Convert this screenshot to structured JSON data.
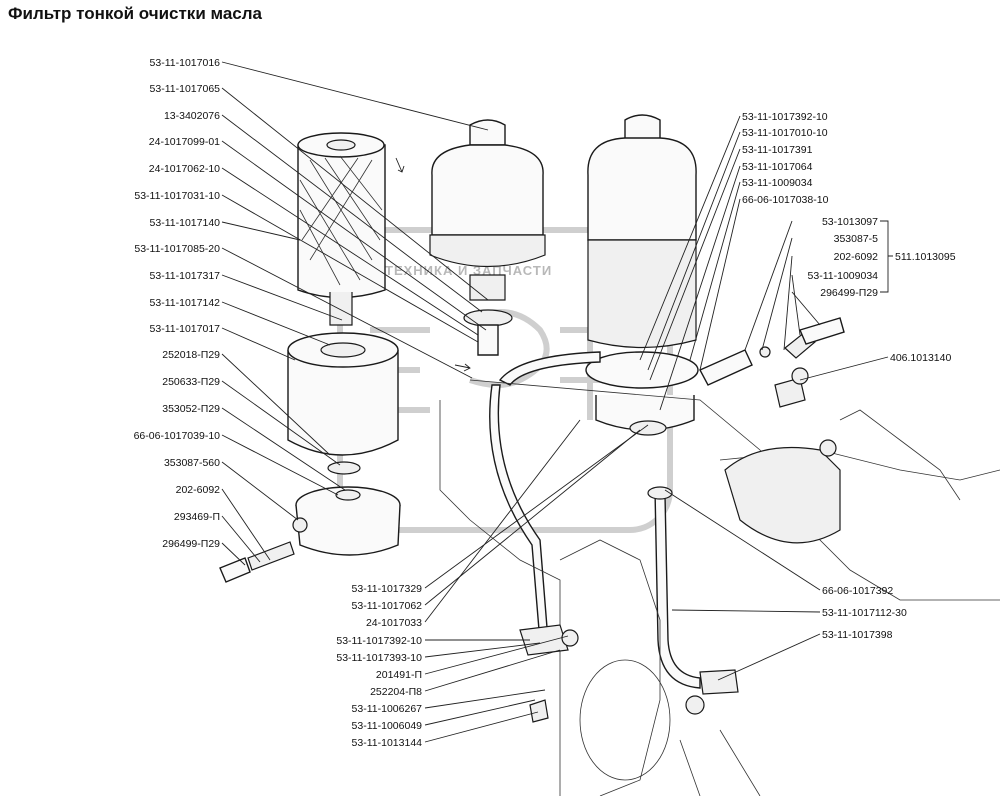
{
  "title": "Фильтр тонкой очистки масла",
  "watermark": {
    "letters": "ЭЗЧ",
    "text": "ТЕХНИКА И ЗАПЧАСТИ"
  },
  "left_labels": [
    "53-11-1017016",
    "53-11-1017065",
    "13-3402076",
    "24-1017099-01",
    "24-1017062-10",
    "53-11-1017031-10",
    "53-11-1017140",
    "53-11-1017085-20",
    "53-11-1017317",
    "53-11-1017142",
    "53-11-1017017",
    "252018-П29",
    "250633-П29",
    "353052-П29",
    "66-06-1017039-10",
    "353087-560",
    "202-6092",
    "293469-П",
    "296499-П29"
  ],
  "right_top_labels": [
    "53-11-1017392-10",
    "53-11-1017010-10",
    "53-11-1017391",
    "53-11-1017064",
    "53-11-1009034",
    "66-06-1017038-10"
  ],
  "right_group_labels": [
    "53-1013097",
    "353087-5",
    "202-6092",
    "53-11-1009034",
    "296499-П29"
  ],
  "group_assembly": "511.1013095",
  "right_single_labels": [
    "406.1013140",
    "66-06-1017392",
    "53-11-1017112-30",
    "53-11-1017398"
  ],
  "bottom_labels": [
    "53-11-1017329",
    "53-11-1017062",
    "24-1017033",
    "53-11-1017392-10",
    "53-11-1017393-10",
    "201491-П",
    "252204-П8",
    "53-11-1006267",
    "53-11-1006049",
    "53-11-1013144"
  ]
}
